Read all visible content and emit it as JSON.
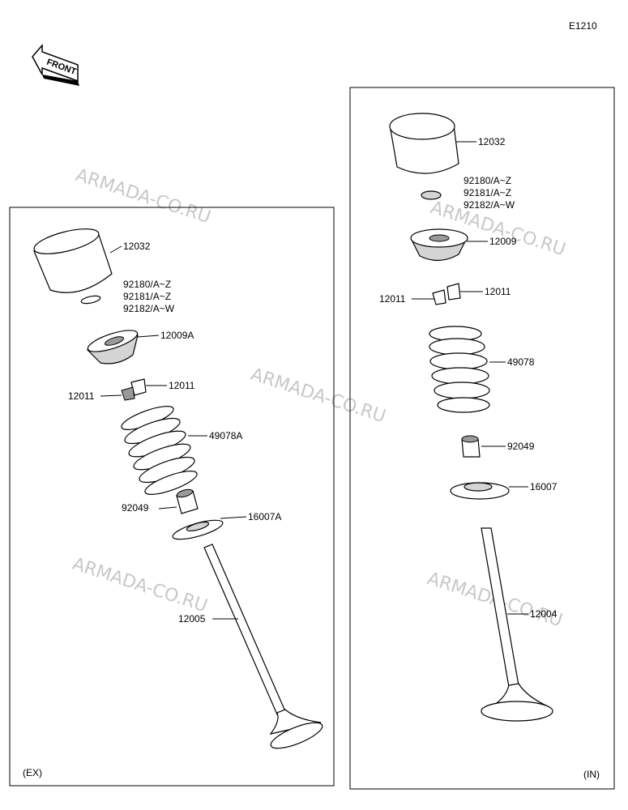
{
  "diagram_code": "E1210",
  "front_label": "FRONT",
  "watermark": "ARMADA-CO.RU",
  "left_panel": {
    "caption": "(EX)",
    "labels": {
      "bucket": "12032",
      "shim1": "92180/A~Z",
      "shim2": "92181/A~Z",
      "shim3": "92182/A~W",
      "retainer": "12009A",
      "cotter_r": "12011",
      "cotter_l": "12011",
      "spring": "49078A",
      "seal": "92049",
      "seat": "16007A",
      "valve": "12005"
    }
  },
  "right_panel": {
    "caption": "(IN)",
    "labels": {
      "bucket": "12032",
      "shim1": "92180/A~Z",
      "shim2": "92181/A~Z",
      "shim3": "92182/A~W",
      "retainer": "12009",
      "cotter_r": "12011",
      "cotter_l": "12011",
      "spring": "49078",
      "seal": "92049",
      "seat": "16007",
      "valve": "12004"
    }
  }
}
